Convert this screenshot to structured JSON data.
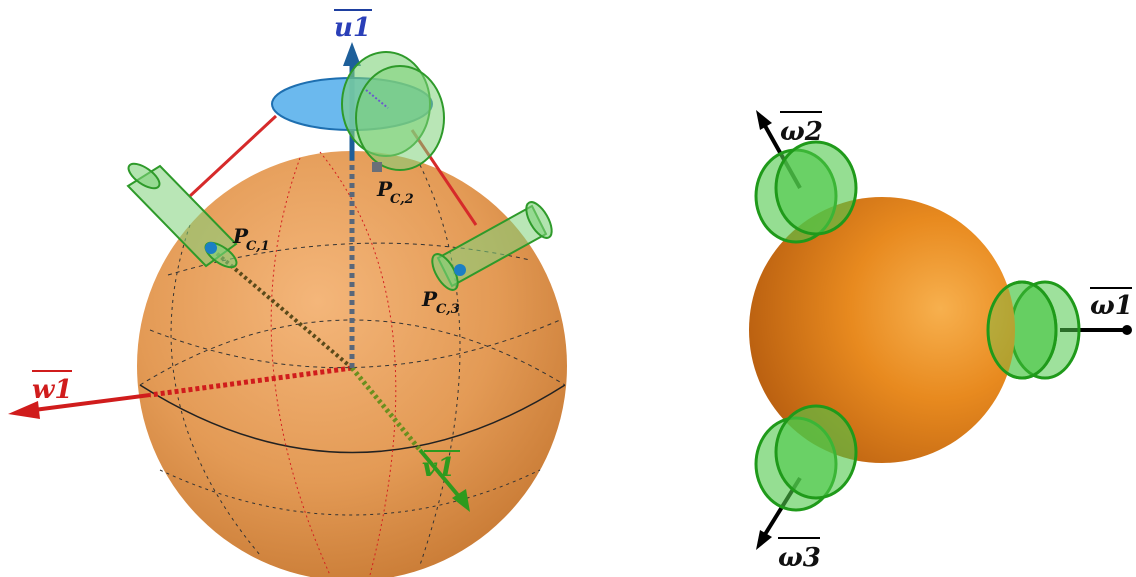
{
  "labels": {
    "u1": "u1",
    "w1": "w1",
    "v1": "v1",
    "pc1": "C,1",
    "pc2": "C,2",
    "pc3": "C,3",
    "p": "P",
    "omega1": "ω1",
    "omega2": "ω2",
    "omega3": "ω3"
  },
  "colors": {
    "sphere": "#e8963a",
    "sphere_dark": "#c0701c",
    "wheel_fill": "#7fd27a",
    "wheel_stroke": "#2e9a2a",
    "disk": "#5bb1ec",
    "axis_u": "#1e5f9a",
    "axis_w": "#d01c1c",
    "axis_v": "#2e9a1e",
    "strut": "#d62a2a",
    "black": "#000000"
  },
  "icons": {
    "dot": "dot-icon"
  }
}
